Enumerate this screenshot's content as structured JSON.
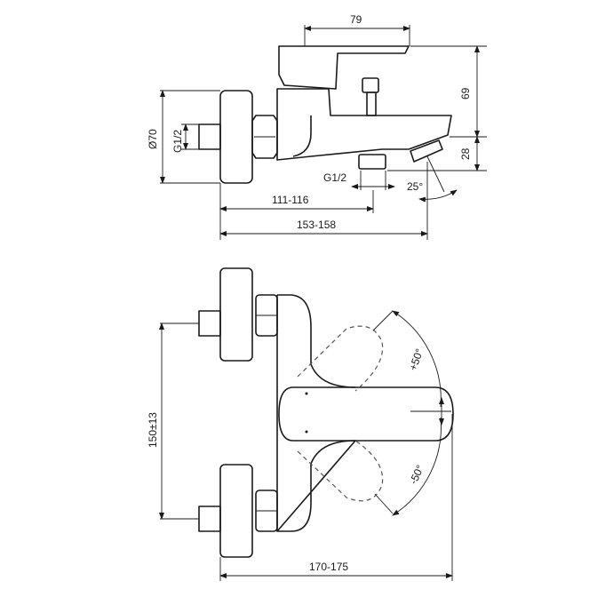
{
  "side_view": {
    "dim_top_width": "79",
    "dim_height_upper": "69",
    "dim_height_lower": "28",
    "dim_diameter": "Ø70",
    "dim_inlet_thread": "G1/2",
    "dim_outlet_thread": "G1/2",
    "dim_projection_short": "111-116",
    "dim_projection_long": "153-158",
    "dim_spout_angle": "25°"
  },
  "front_view": {
    "dim_center_distance": "150±13",
    "dim_total_width": "170-175",
    "dim_lever_up": "+50°",
    "dim_lever_down": "-50°"
  },
  "colors": {
    "line": "#1a1a1a",
    "background": "#ffffff"
  }
}
